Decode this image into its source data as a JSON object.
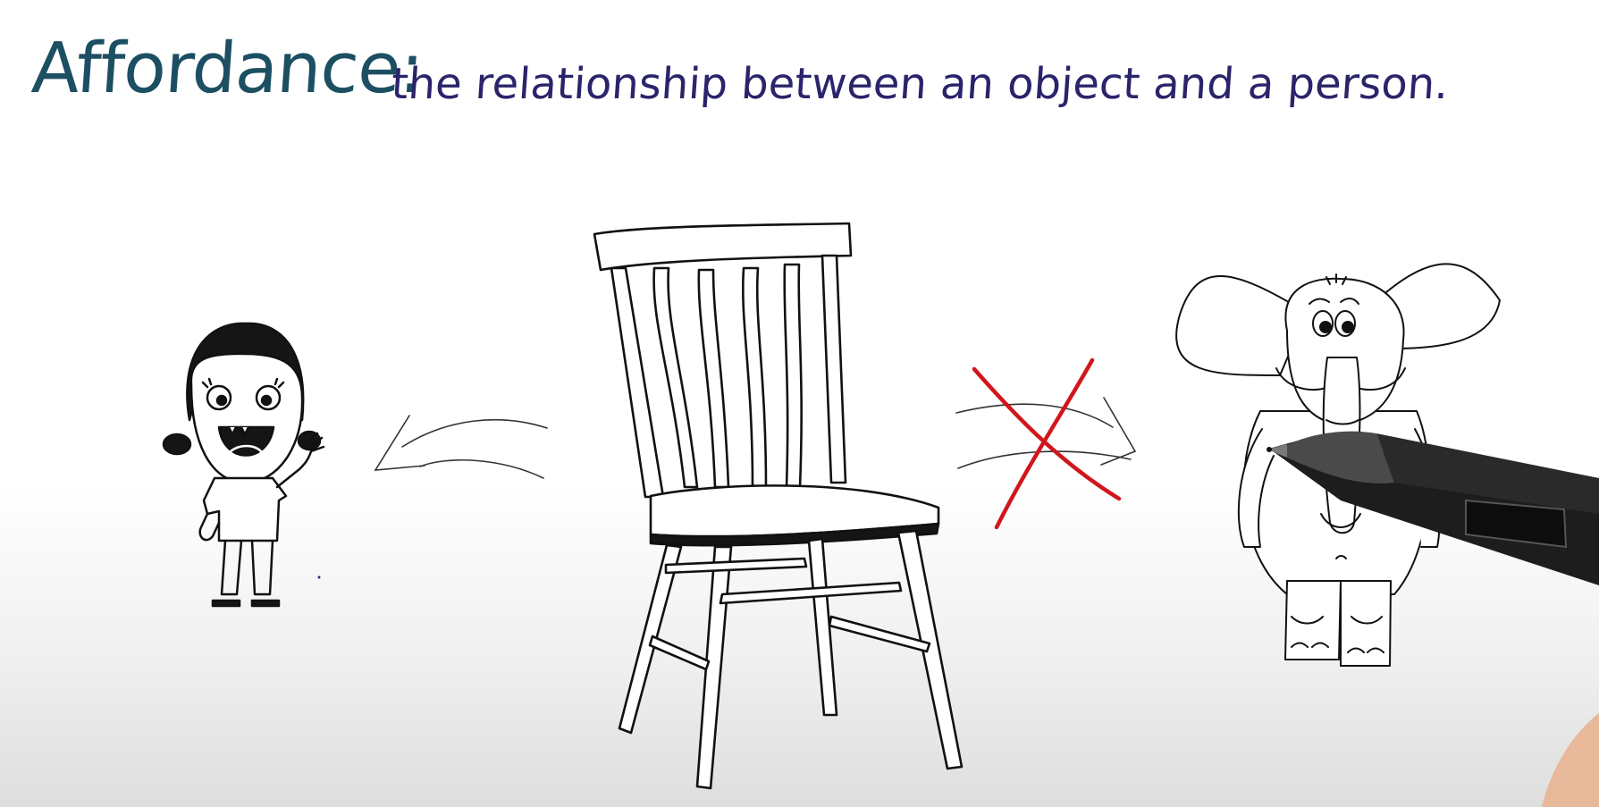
{
  "title": {
    "term": "Affordance:",
    "definition": "the relationship between an object and a person."
  },
  "colors": {
    "term": "#1d4f63",
    "definition": "#2a246b",
    "cross_mark": "#d0161c",
    "ink": "#111111"
  },
  "figures": {
    "left": "girl-waving",
    "center": "wooden-chair",
    "right": "elephant",
    "left_arrow": "curved-arrow-left",
    "right_arrow": "curved-arrow-right",
    "cross": "red-x-mark",
    "pen": "stylus-pen"
  }
}
